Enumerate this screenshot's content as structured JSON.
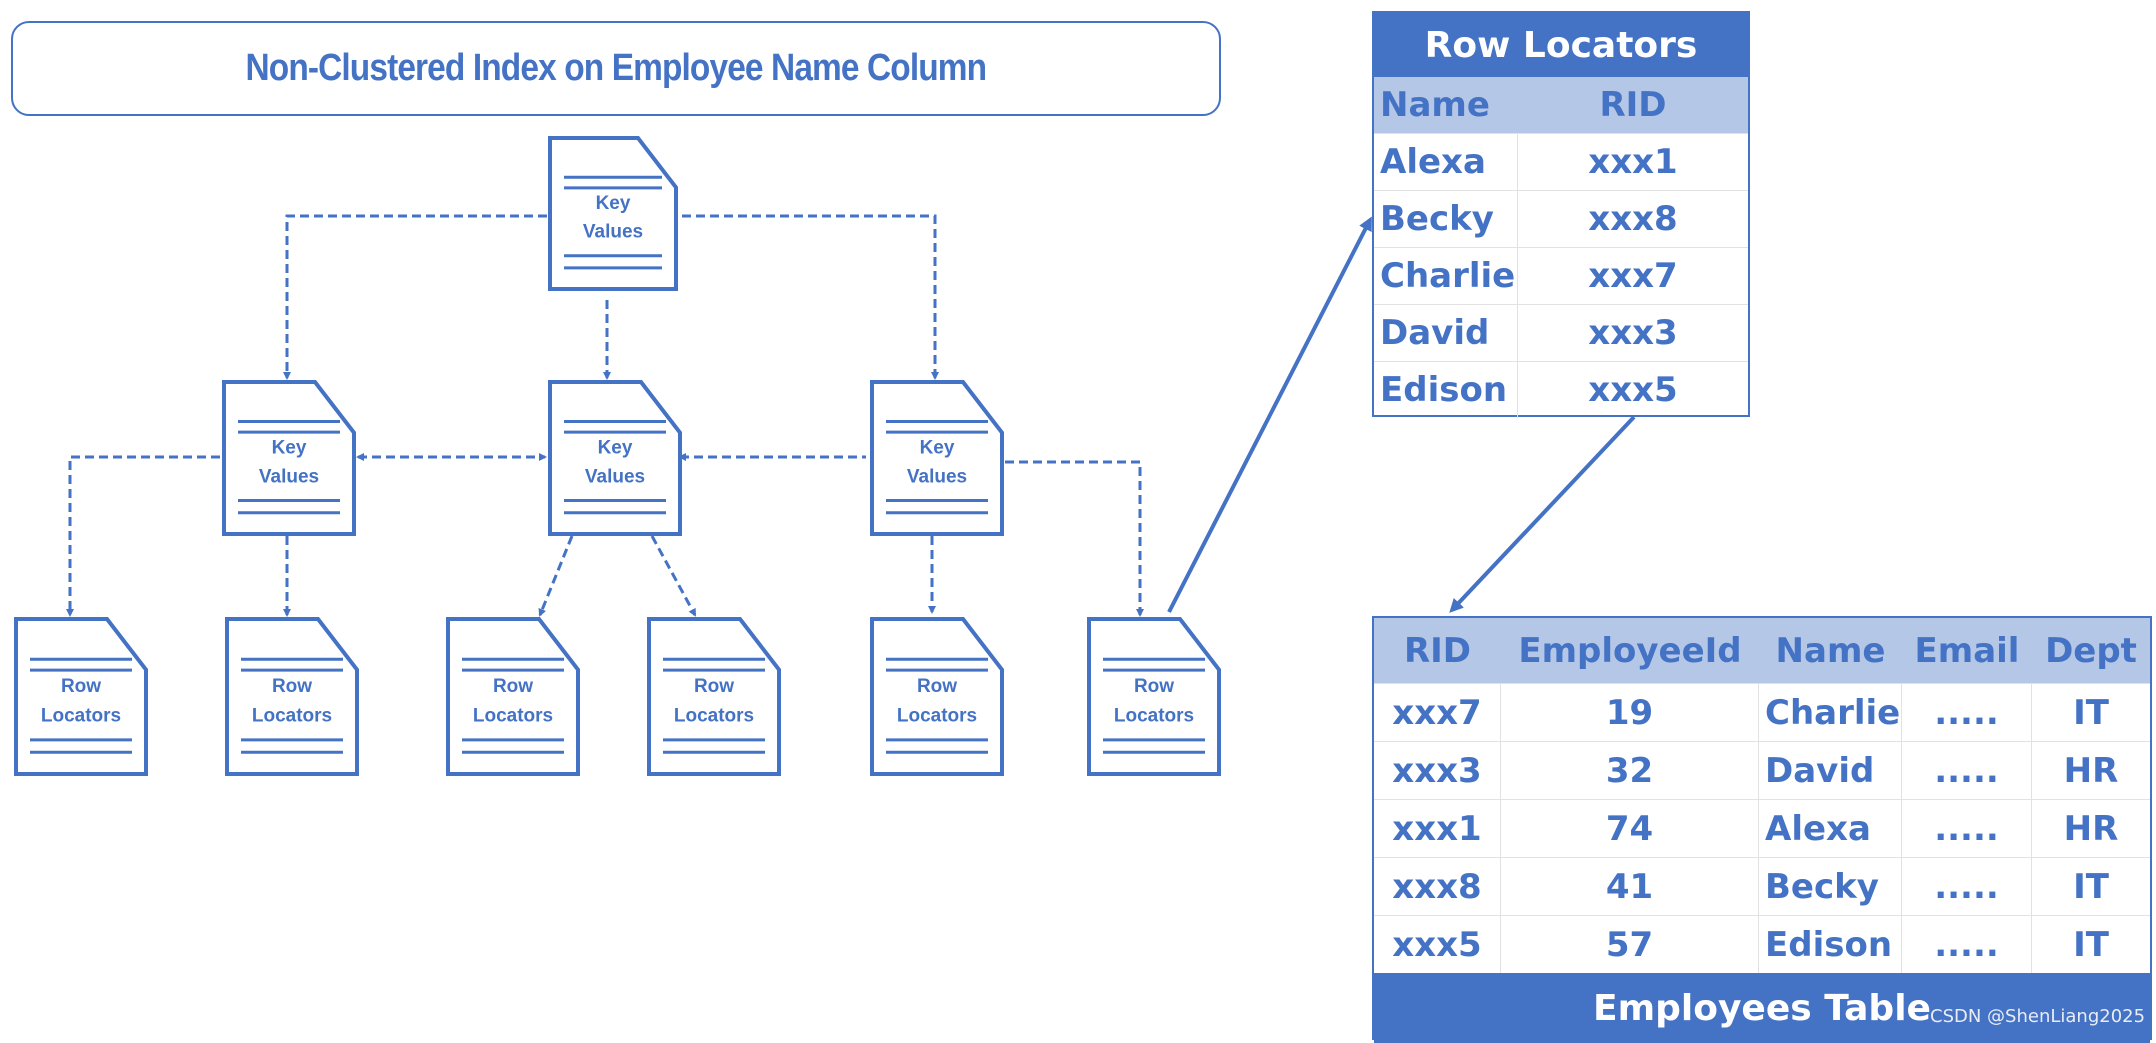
{
  "title": "Non-Clustered Index on Employee Name Column",
  "colors": {
    "accent": "#4472C4",
    "subheader": "#B4C7E7"
  },
  "tree": {
    "root": {
      "line1": "Key",
      "line2": "Values"
    },
    "intermediate": [
      {
        "line1": "Key",
        "line2": "Values"
      },
      {
        "line1": "Key",
        "line2": "Values"
      },
      {
        "line1": "Key",
        "line2": "Values"
      }
    ],
    "leaves": [
      {
        "line1": "Row",
        "line2": "Locators"
      },
      {
        "line1": "Row",
        "line2": "Locators"
      },
      {
        "line1": "Row",
        "line2": "Locators"
      },
      {
        "line1": "Row",
        "line2": "Locators"
      },
      {
        "line1": "Row",
        "line2": "Locators"
      },
      {
        "line1": "Row",
        "line2": "Locators"
      }
    ]
  },
  "row_locators": {
    "title": "Row Locators",
    "columns": [
      "Name",
      "RID"
    ],
    "rows": [
      [
        "Alexa",
        "xxx1"
      ],
      [
        "Becky",
        "xxx8"
      ],
      [
        "Charlie",
        "xxx7"
      ],
      [
        "David",
        "xxx3"
      ],
      [
        "Edison",
        "xxx5"
      ]
    ]
  },
  "employees": {
    "title": "Employees Table",
    "columns": [
      "RID",
      "EmployeeId",
      "Name",
      "Email",
      "Dept"
    ],
    "rows": [
      [
        "xxx7",
        "19",
        "Charlie",
        ".....",
        "IT"
      ],
      [
        "xxx3",
        "32",
        "David",
        ".....",
        "HR"
      ],
      [
        "xxx1",
        "74",
        "Alexa",
        ".....",
        "HR"
      ],
      [
        "xxx8",
        "41",
        "Becky",
        ".....",
        "IT"
      ],
      [
        "xxx5",
        "57",
        "Edison",
        ".....",
        "IT"
      ]
    ]
  },
  "watermark": "CSDN @ShenLiang2025"
}
